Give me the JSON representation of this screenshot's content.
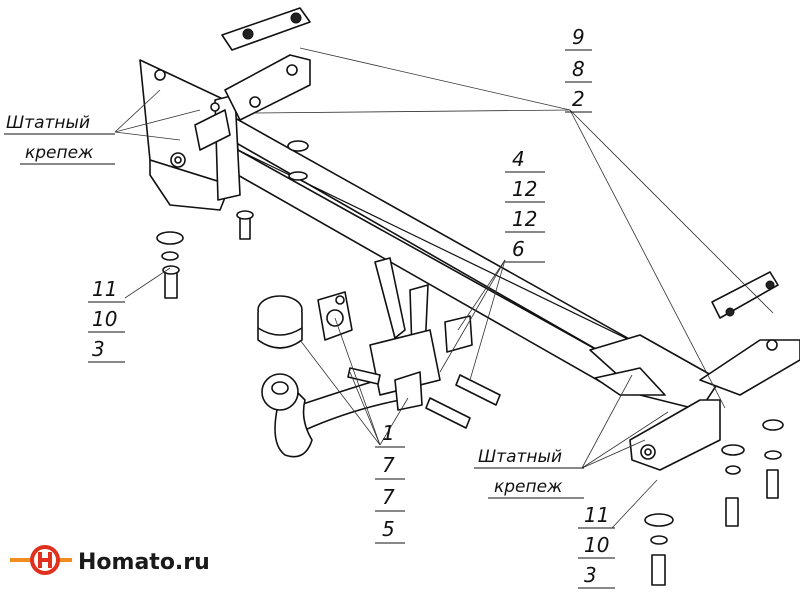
{
  "callouts": {
    "top_right": [
      "9",
      "8",
      "2"
    ],
    "center": [
      "4",
      "12",
      "12",
      "6"
    ],
    "left": [
      "11",
      "10",
      "3"
    ],
    "bottom_center": [
      "1",
      "7",
      "7",
      "5"
    ],
    "bottom_right": [
      "11",
      "10",
      "3"
    ]
  },
  "notes": {
    "left_line1": "Штатный",
    "left_line2": "крепеж",
    "right_line1": "Штатный",
    "right_line2": "крепеж"
  },
  "logo": {
    "text": "Homato.ru",
    "colors": {
      "primary": "#e0301e",
      "secondary": "#f28c1c"
    }
  }
}
